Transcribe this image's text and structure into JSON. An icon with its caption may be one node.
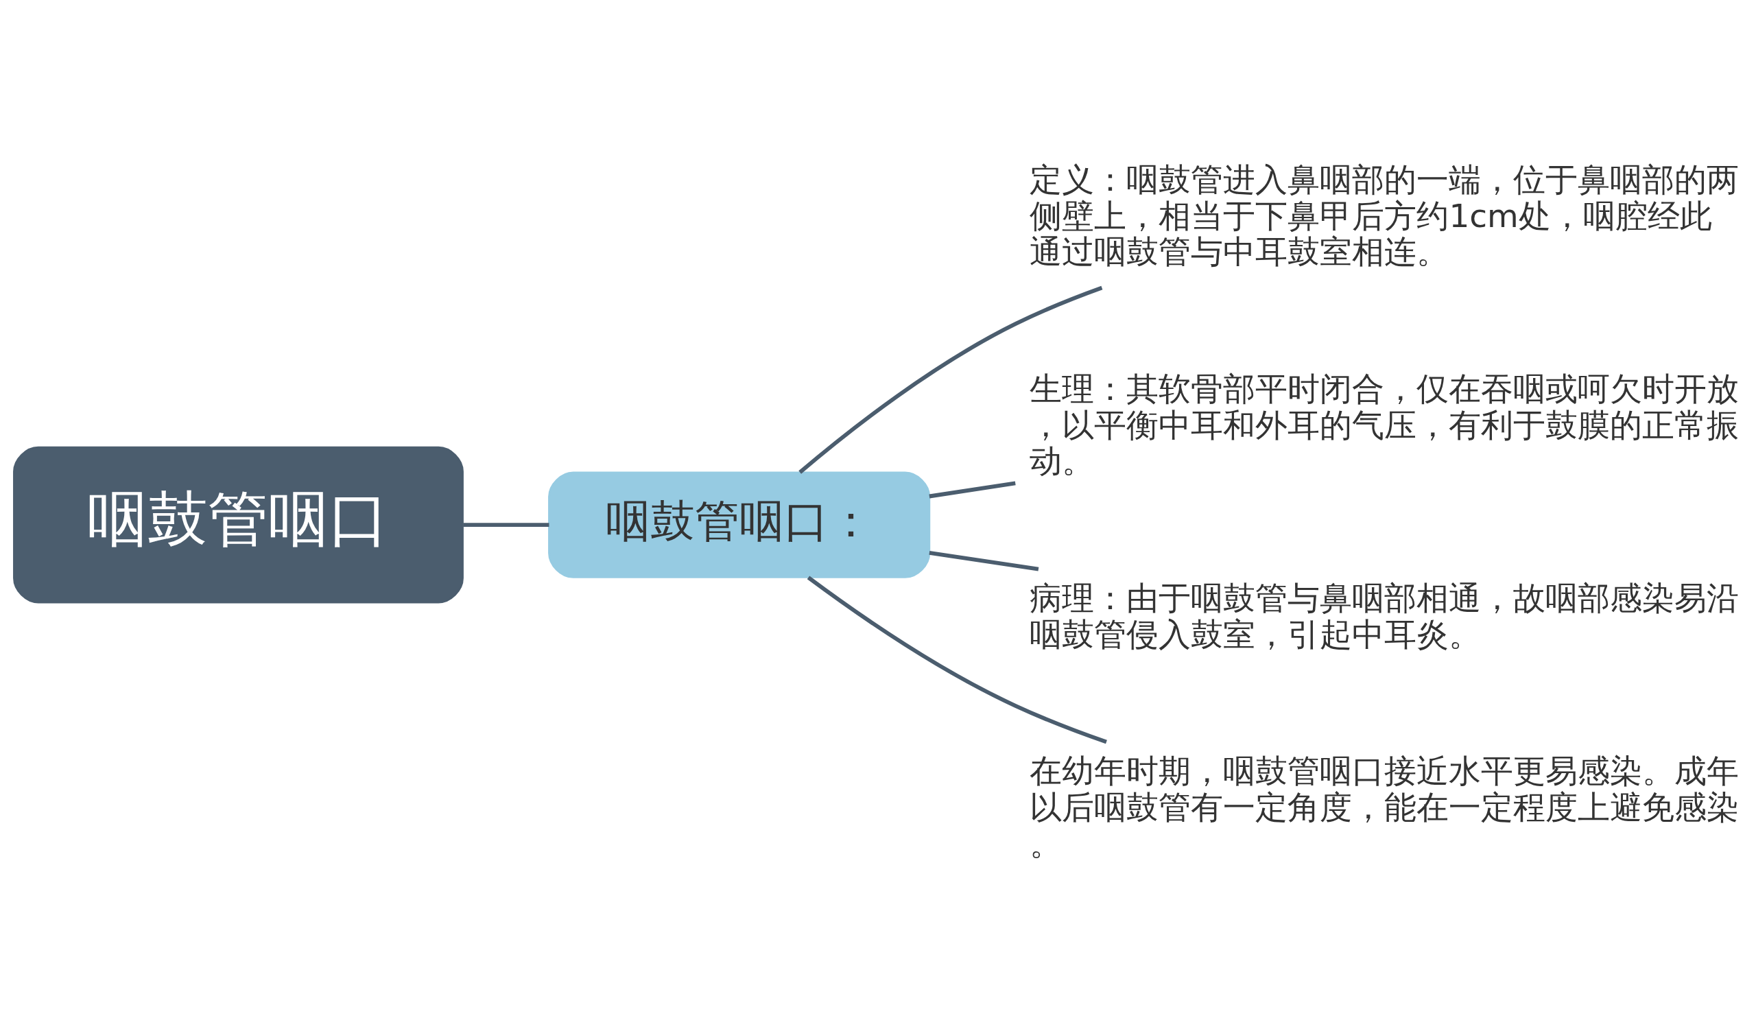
{
  "diagram": {
    "nodes": [
      {
        "text": [
          "咽鼓管咽口"
        ]
      },
      {
        "text": [
          "咽鼓管咽口："
        ]
      },
      {
        "text": [
          "定义：咽鼓管进入鼻咽部的一端，位于鼻咽部的两侧壁上，相当于下鼻甲后方约1cm处，咽腔经此通过咽鼓管与中耳鼓室相连。"
        ]
      },
      {
        "text": [
          "生理：其软骨部平时闭合，仅在吞咽或呵欠时开放，以平衡中耳和外耳的气压，有利于鼓膜的正常振动。"
        ]
      },
      {
        "text": [
          "病理：由于咽鼓管与鼻咽部相通，故咽部感染易沿咽鼓管侵入鼓室，引起中耳炎。"
        ]
      },
      {
        "text": [
          "在幼年时期，咽鼓管咽口接近水平更易感染。成年以后咽鼓管有一定角度，能在一定程度上避免感染。"
        ]
      }
    ],
    "edges": [
      {
        "from": 0,
        "to": 1,
        "arrow": "none"
      },
      {
        "from": 1,
        "to": 2,
        "arrow": "none"
      },
      {
        "from": 1,
        "to": 3,
        "arrow": "none"
      },
      {
        "from": 1,
        "to": 4,
        "arrow": "none"
      },
      {
        "from": 1,
        "to": 5,
        "arrow": "none"
      }
    ]
  }
}
